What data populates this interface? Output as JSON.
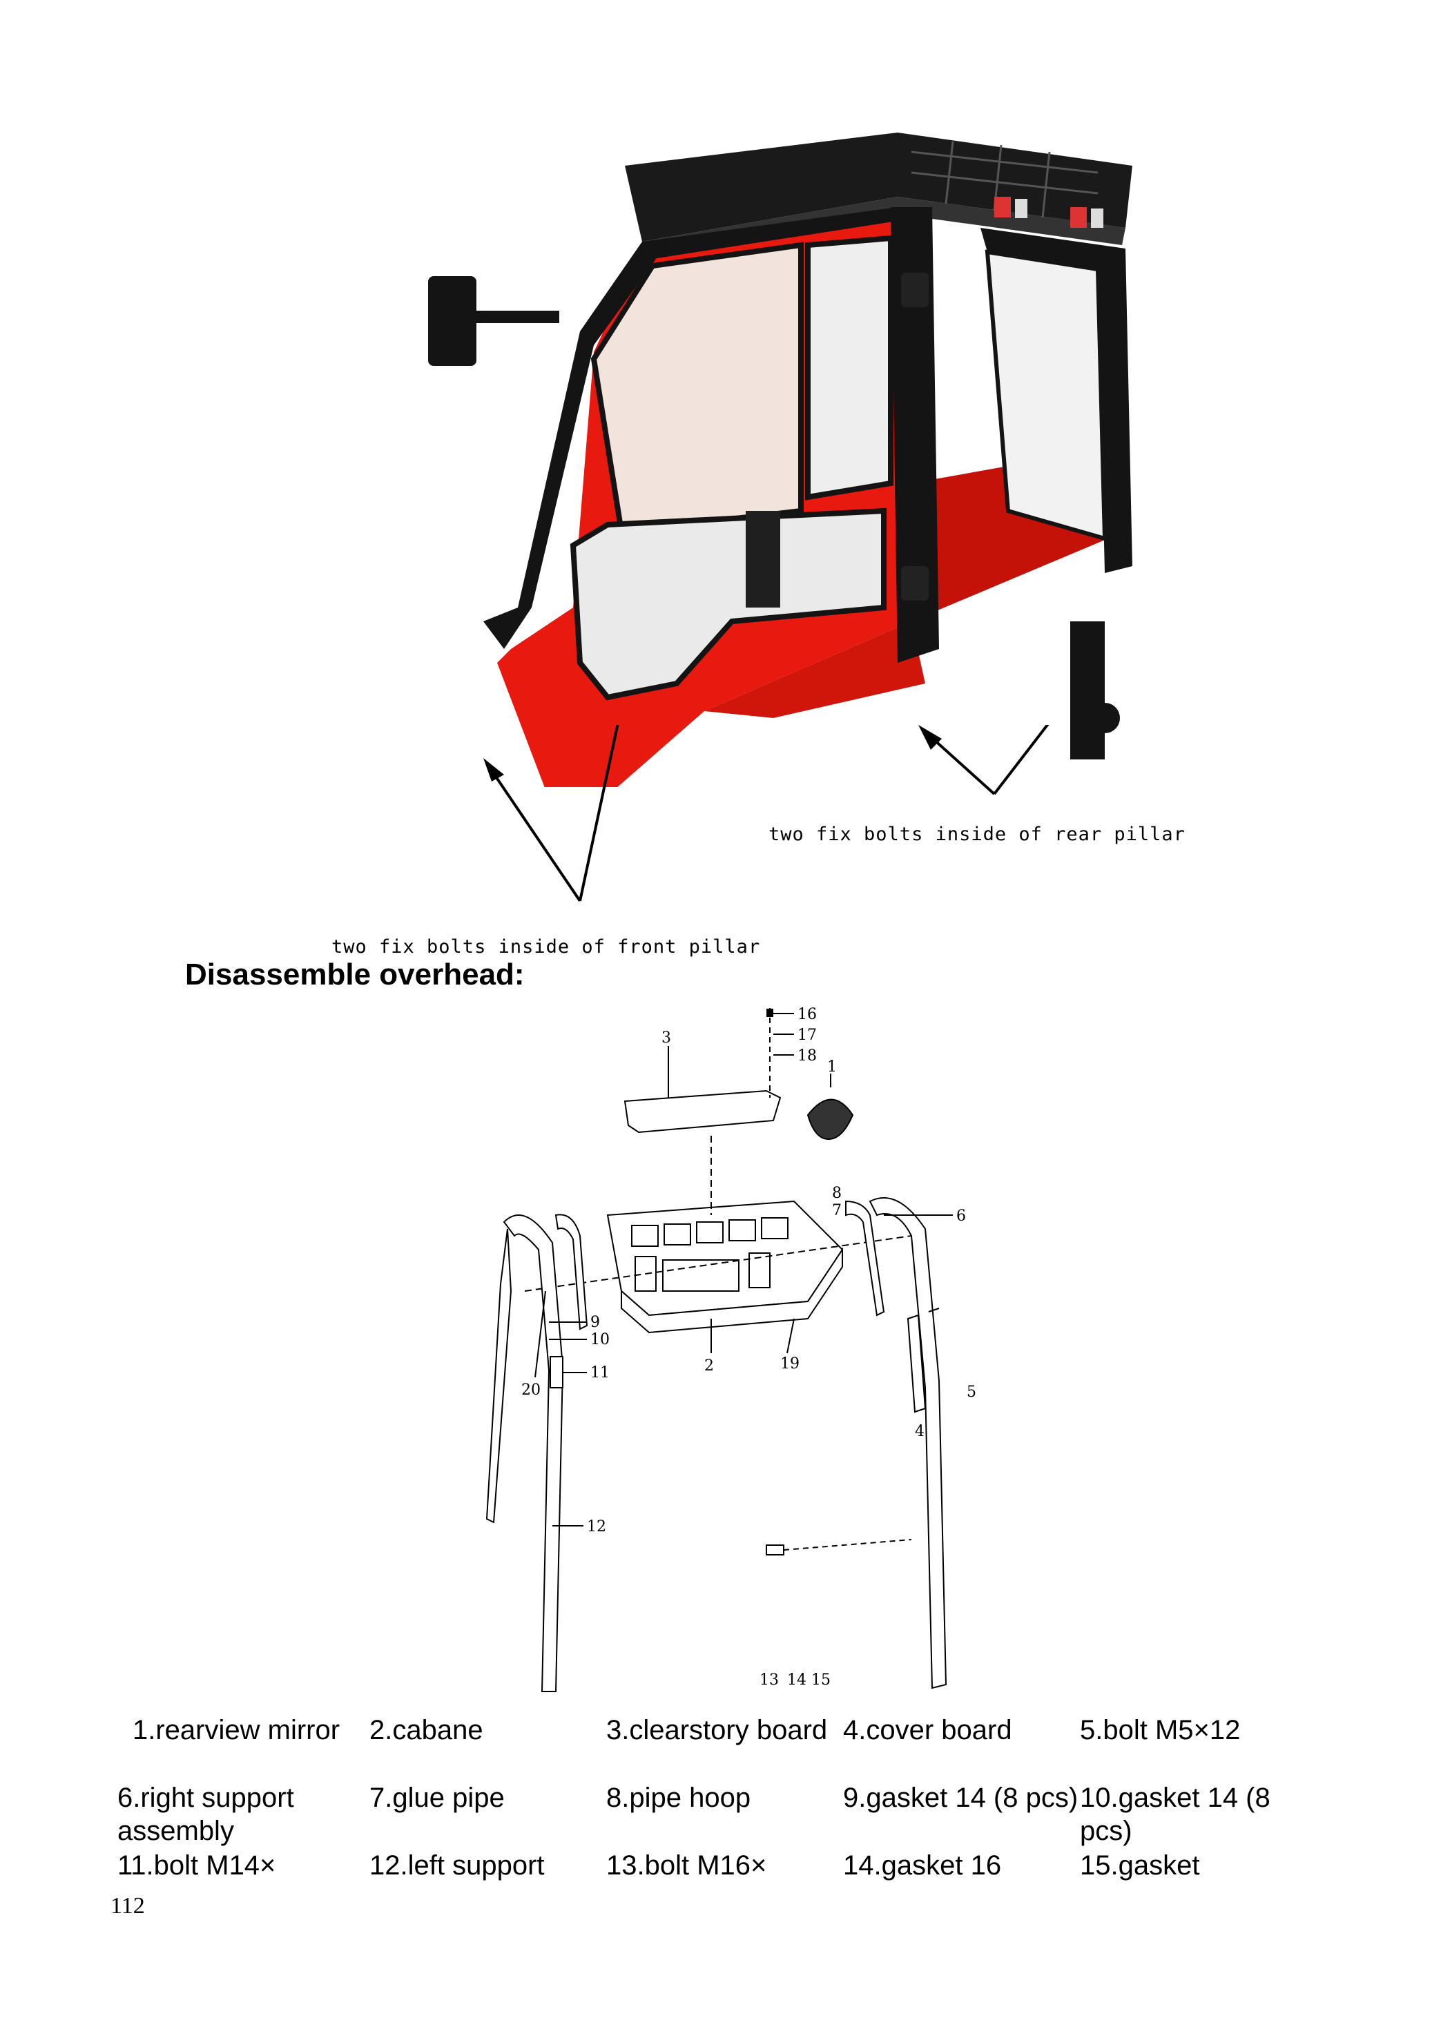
{
  "labels": {
    "rear_pillar_note": "two fix bolts inside of rear pillar",
    "front_pillar_note": "two fix bolts inside of front pillar"
  },
  "section_title": "Disassemble overhead:",
  "exploded_view": {
    "callouts": [
      "16",
      "17",
      "18",
      "3",
      "1",
      "8",
      "7",
      "6",
      "2",
      "9",
      "10",
      "11",
      "20",
      "19",
      "5",
      "4",
      "12",
      "13",
      "14",
      "15"
    ]
  },
  "parts_table": [
    [
      "1.rearview mirror",
      "2.cabane",
      "3.clearstory board",
      "4.cover board",
      "5.bolt M5×12"
    ],
    [
      "6.right support assembly",
      "7.glue pipe",
      "8.pipe hoop",
      "9.gasket 14 (8 pcs)",
      "10.gasket 14 (8 pcs)"
    ],
    [
      "11.bolt M14×",
      "12.left support",
      "13.bolt M16×",
      "14.gasket 16",
      "15.gasket"
    ]
  ],
  "page_number": "112",
  "colors": {
    "cab_red": "#e8190f",
    "frame_black": "#141414",
    "glass": "#f2e4dc"
  }
}
